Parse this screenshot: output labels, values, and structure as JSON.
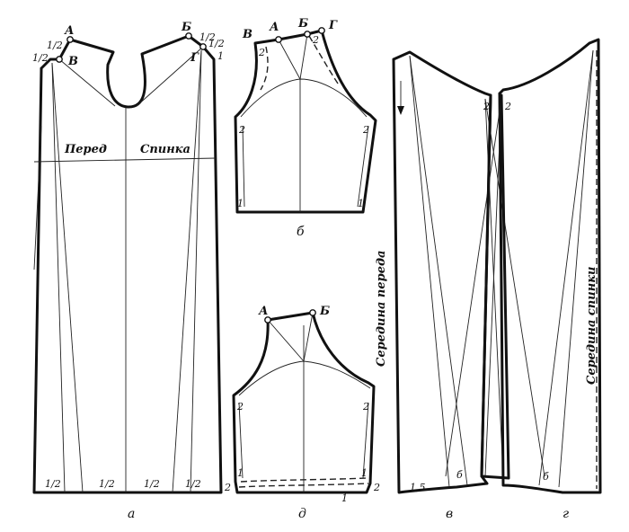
{
  "figure_a": {
    "caption": "а",
    "points": {
      "A": "А",
      "B": "Б",
      "V": "В",
      "G": "Г"
    },
    "halves": [
      "1/2",
      "1/2",
      "1/2",
      "1/2",
      "1/2",
      "1/2",
      "1/2",
      "1/2"
    ],
    "one": "1",
    "front_label": "Перед",
    "back_label": "Спинка"
  },
  "figure_b": {
    "caption": "б",
    "points": {
      "V": "В",
      "A": "А",
      "B": "Б",
      "G": "Г"
    },
    "marks": [
      "2",
      "2",
      "2",
      "2",
      "1",
      "1"
    ]
  },
  "figure_d": {
    "caption": "д",
    "points": {
      "A": "А",
      "B": "Б"
    },
    "marks": [
      "2",
      "2",
      "1",
      "1",
      "2",
      "2",
      "1"
    ]
  },
  "figure_v": {
    "caption": "в",
    "mark_15": "1,5",
    "mark_2": "2",
    "mark_b": "б",
    "center_label": "Середина переда"
  },
  "figure_g": {
    "caption": "г",
    "mark_2": "2",
    "mark_b": "б",
    "center_label": "Середина спинки"
  }
}
